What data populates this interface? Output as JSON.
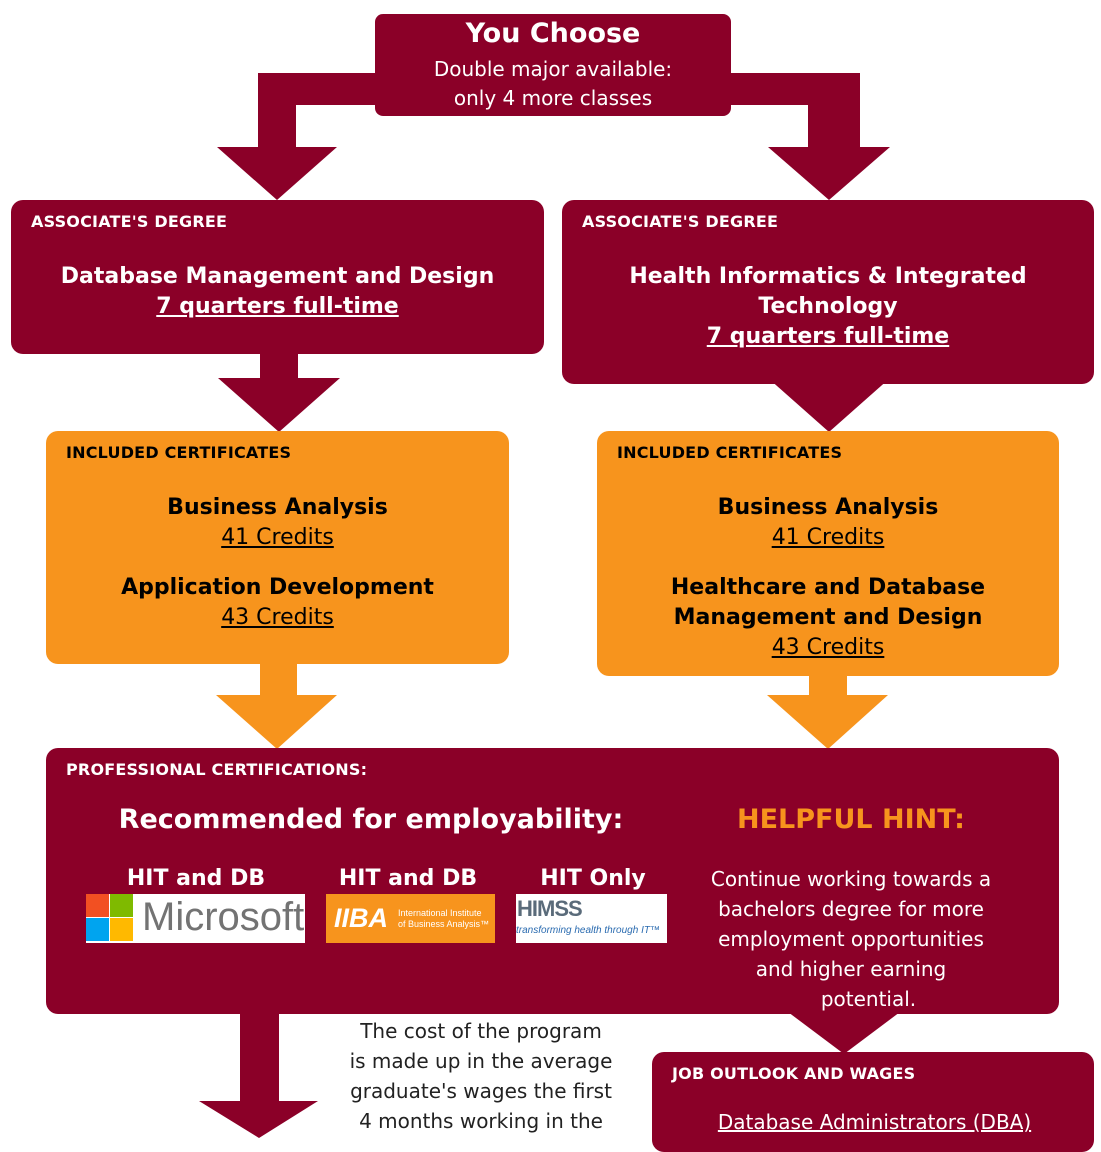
{
  "top": {
    "title": "You Choose",
    "line1": "Double major available:",
    "line2": "only 4 more classes"
  },
  "left_degree": {
    "tag": "ASSOCIATE'S DEGREE",
    "title": "Database Management and Design",
    "duration": "7 quarters full-time"
  },
  "right_degree": {
    "tag": "ASSOCIATE'S DEGREE",
    "title_line1": "Health Informatics & Integrated",
    "title_line2": "Technology",
    "duration": "7 quarters full-time"
  },
  "left_certs": {
    "tag": "INCLUDED CERTIFICATES",
    "cert1_name": "Business Analysis",
    "cert1_credits": "41 Credits",
    "cert2_name": "Application Development",
    "cert2_credits": "43 Credits"
  },
  "right_certs": {
    "tag": "INCLUDED CERTIFICATES",
    "cert1_name": "Business Analysis",
    "cert1_credits": "41 Credits",
    "cert2_line1": "Healthcare and Database",
    "cert2_line2": "Management and Design",
    "cert2_credits": "43 Credits"
  },
  "professional": {
    "tag": "PROFESSIONAL CERTIFICATIONS:",
    "recommended": "Recommended for employability:",
    "hint_title": "HELPFUL HINT:",
    "hint_lines": [
      "Continue working towards a",
      "bachelors degree for more",
      "employment opportunities",
      "and higher earning",
      "potential."
    ],
    "logos": [
      {
        "label": "HIT and DB",
        "name": "Microsoft",
        "icon": "microsoft-logo"
      },
      {
        "label": "HIT and DB",
        "name": "IIBA",
        "subtitle1": "International Institute",
        "subtitle2": "of Business Analysis™",
        "icon": "iiba-logo"
      },
      {
        "label": "HIT Only",
        "name": "HIMSS",
        "subtitle1": "transforming health through IT™",
        "icon": "himss-logo"
      }
    ]
  },
  "cost_note": {
    "lines": [
      "The cost of the program",
      "is made up in the average",
      "graduate's wages the first",
      "4 months working in the"
    ]
  },
  "job_outlook": {
    "tag": "JOB OUTLOOK AND WAGES",
    "link": "Database Administrators (DBA)"
  },
  "colors": {
    "maroon": "#8b0028",
    "orange": "#f7941d",
    "hint": "#f7941d"
  }
}
